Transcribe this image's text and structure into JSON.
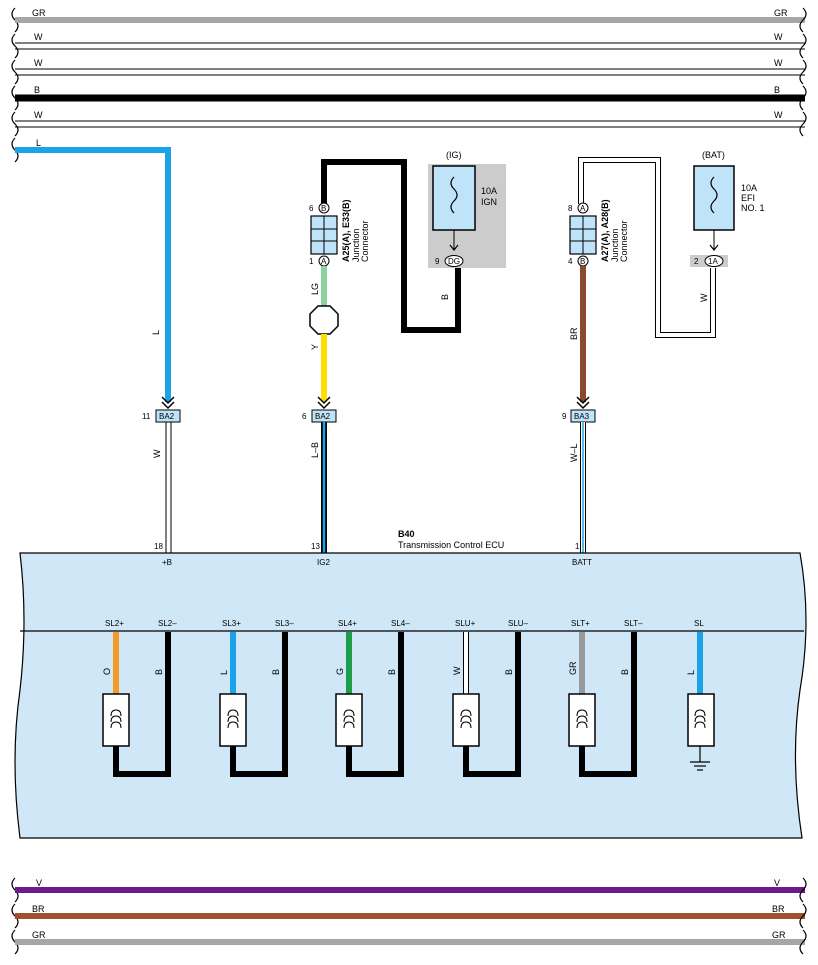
{
  "top_wires": [
    {
      "label_left": "GR",
      "label_right": "GR",
      "color": "#a6a6a6",
      "kind": "thick"
    },
    {
      "label_left": "W",
      "label_right": "W",
      "color": "#ffffff",
      "kind": "white"
    },
    {
      "label_left": "W",
      "label_right": "W",
      "color": "#ffffff",
      "kind": "white"
    },
    {
      "label_left": "B",
      "label_right": "B",
      "color": "#000000",
      "kind": "thick"
    },
    {
      "label_left": "W",
      "label_right": "W",
      "color": "#ffffff",
      "kind": "white"
    }
  ],
  "bottom_wires": [
    {
      "label_left": "V",
      "label_right": "V",
      "color": "#6a1b8e"
    },
    {
      "label_left": "BR",
      "label_right": "BR",
      "color": "#a0522d"
    },
    {
      "label_left": "GR",
      "label_right": "GR",
      "color": "#a6a6a6"
    }
  ],
  "colors": {
    "L": "#1aa3e6",
    "LG": "#8fd19e",
    "Y": "#ffdd00",
    "BR": "#8b4a2b",
    "ecu_fill": "#cfe7f6",
    "connector_fill": "#bfe3f8",
    "fuse_bg": "#cccccc",
    "O": "#f39a2b",
    "G": "#1e9e4a",
    "GR": "#999999",
    "B": "#000000"
  },
  "l_wire": {
    "label_top": "L",
    "label_mid": "L"
  },
  "junction1": {
    "ids": "A25(A), E33(B)",
    "desc_1": "Junction",
    "desc_2": "Connector",
    "pin_top": "6",
    "pin_top_letter": "B",
    "pin_bot": "1",
    "pin_bot_letter": "A",
    "wire_lg": "LG",
    "wire_y": "Y",
    "wire_b": "B"
  },
  "junction2": {
    "ids": "A27(A), A28(B)",
    "desc_1": "Junction",
    "desc_2": "Connector",
    "pin_top": "8",
    "pin_top_letter": "A",
    "pin_bot": "4",
    "pin_bot_letter": "B",
    "wire_br": "BR",
    "wire_w": "W"
  },
  "fuse_ig": {
    "header": "(IG)",
    "rating": "10A",
    "name": "IGN",
    "pin": "9",
    "conn": "DG"
  },
  "fuse_bat": {
    "header": "(BAT)",
    "rating": "10A",
    "name_1": "EFI",
    "name_2": "NO. 1",
    "pin": "2",
    "conn": "1A"
  },
  "connectors": [
    {
      "pin": "11",
      "name": "BA2",
      "wire_below": "W"
    },
    {
      "pin": "6",
      "name": "BA2",
      "wire_below": "L–B"
    },
    {
      "pin": "9",
      "name": "BA3",
      "wire_below": "W–L"
    }
  ],
  "ecu": {
    "id": "B40",
    "name": "Transmission Control ECU",
    "terminals": [
      {
        "pin": "18",
        "name": "+B"
      },
      {
        "pin": "13",
        "name": "IG2"
      },
      {
        "pin": "1",
        "name": "BATT"
      }
    ]
  },
  "solenoids": [
    {
      "plus": "SL2+",
      "minus": "SL2–",
      "plus_wire": "O",
      "minus_wire": "B",
      "plus_color": "#f39a2b"
    },
    {
      "plus": "SL3+",
      "minus": "SL3–",
      "plus_wire": "L",
      "minus_wire": "B",
      "plus_color": "#1aa3e6"
    },
    {
      "plus": "SL4+",
      "minus": "SL4–",
      "plus_wire": "G",
      "minus_wire": "B",
      "plus_color": "#1e9e4a"
    },
    {
      "plus": "SLU+",
      "minus": "SLU–",
      "plus_wire": "W",
      "minus_wire": "B",
      "plus_color": "#ffffff"
    },
    {
      "plus": "SLT+",
      "minus": "SLT–",
      "plus_wire": "GR",
      "minus_wire": "B",
      "plus_color": "#999999"
    }
  ],
  "sl_solenoid": {
    "name": "SL",
    "wire": "L"
  }
}
